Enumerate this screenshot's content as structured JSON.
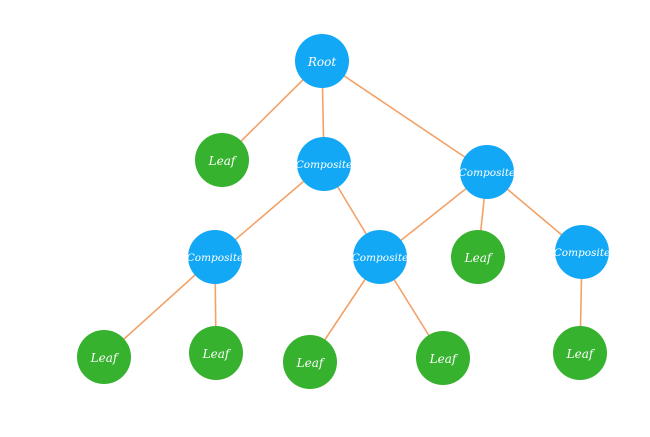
{
  "colors": {
    "composite": "#12a8f5",
    "leaf": "#36b22e",
    "edge": "#f2a268",
    "label": "#ffffff"
  },
  "nodes": [
    {
      "id": "root",
      "kind": "composite",
      "label": "Root"
    },
    {
      "id": "leaf-1",
      "kind": "leaf",
      "label": "Leaf"
    },
    {
      "id": "composite-1",
      "kind": "composite",
      "label": "Composite"
    },
    {
      "id": "composite-2",
      "kind": "composite",
      "label": "Composite"
    },
    {
      "id": "composite-3",
      "kind": "composite",
      "label": "Composite"
    },
    {
      "id": "composite-4",
      "kind": "composite",
      "label": "Composite"
    },
    {
      "id": "leaf-2",
      "kind": "leaf",
      "label": "Leaf"
    },
    {
      "id": "composite-5",
      "kind": "composite",
      "label": "Composite"
    },
    {
      "id": "leaf-3",
      "kind": "leaf",
      "label": "Leaf"
    },
    {
      "id": "leaf-4",
      "kind": "leaf",
      "label": "Leaf"
    },
    {
      "id": "leaf-5",
      "kind": "leaf",
      "label": "Leaf"
    },
    {
      "id": "leaf-6",
      "kind": "leaf",
      "label": "Leaf"
    },
    {
      "id": "leaf-7",
      "kind": "leaf",
      "label": "Leaf"
    }
  ],
  "edges": [
    {
      "from": "root",
      "to": "leaf-1"
    },
    {
      "from": "root",
      "to": "composite-1"
    },
    {
      "from": "root",
      "to": "composite-2"
    },
    {
      "from": "composite-1",
      "to": "composite-3"
    },
    {
      "from": "composite-1",
      "to": "composite-4"
    },
    {
      "from": "composite-2",
      "to": "composite-4"
    },
    {
      "from": "composite-2",
      "to": "leaf-2"
    },
    {
      "from": "composite-2",
      "to": "composite-5"
    },
    {
      "from": "composite-3",
      "to": "leaf-3"
    },
    {
      "from": "composite-3",
      "to": "leaf-4"
    },
    {
      "from": "composite-4",
      "to": "leaf-5"
    },
    {
      "from": "composite-4",
      "to": "leaf-6"
    },
    {
      "from": "composite-5",
      "to": "leaf-7"
    }
  ]
}
